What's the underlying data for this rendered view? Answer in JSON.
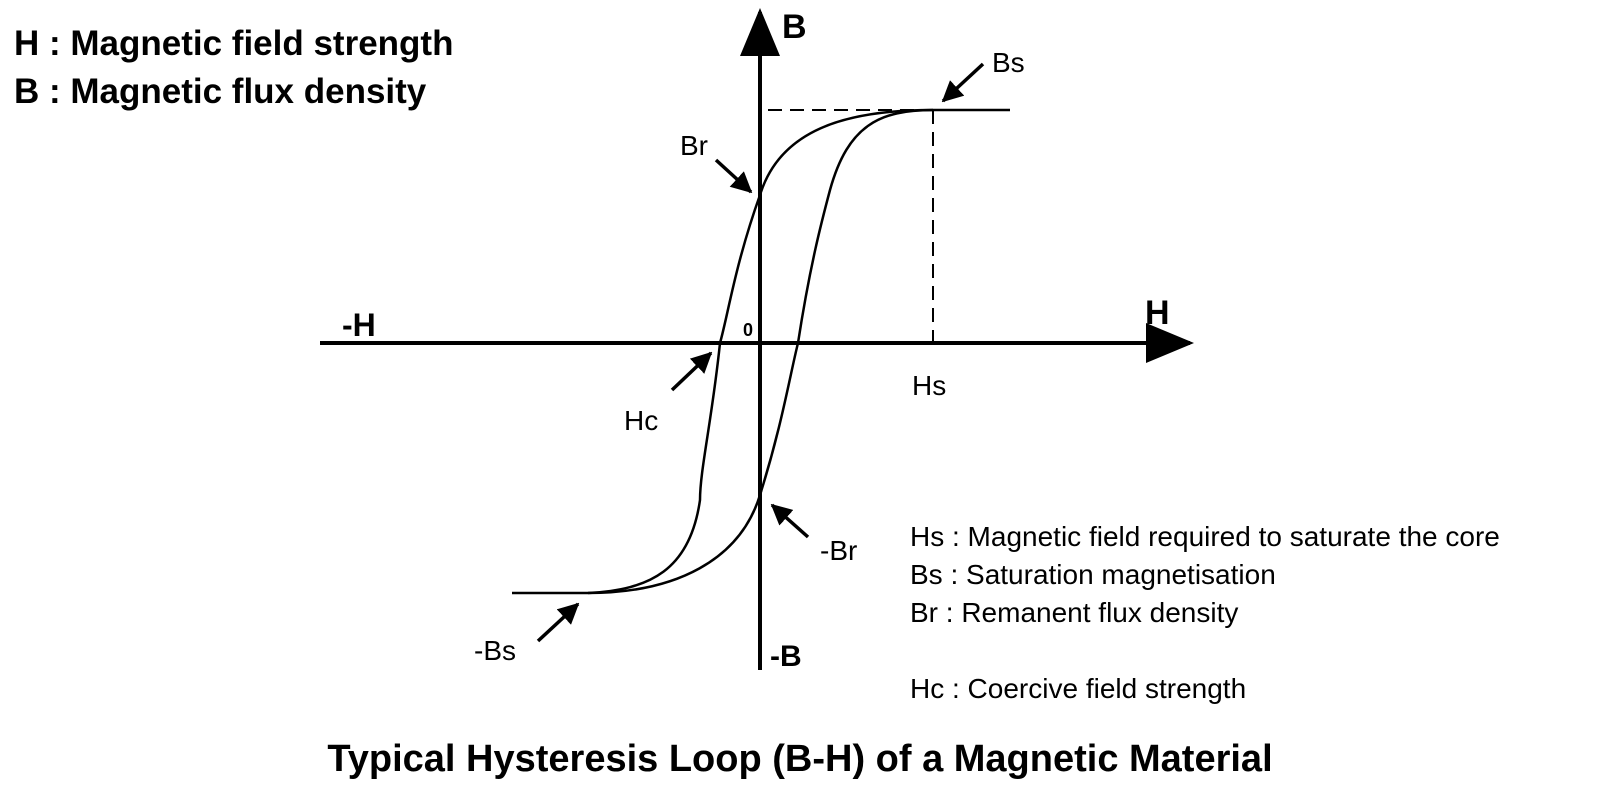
{
  "legend_top": [
    "H : Magnetic field strength",
    "B : Magnetic flux density"
  ],
  "axes": {
    "positive_y": "B",
    "negative_y": "-B",
    "positive_x": "H",
    "negative_x": "-H",
    "origin": "0"
  },
  "labels": {
    "bs": "Bs",
    "neg_bs": "-Bs",
    "br": "Br",
    "neg_br": "-Br",
    "hc": "Hc",
    "hs": "Hs"
  },
  "legend_right": [
    "Hs : Magnetic field required to saturate the core",
    "Bs : Saturation magnetisation",
    "Br : Remanent flux density",
    "Hc : Coercive field strength"
  ],
  "title": "Typical Hysteresis Loop (B-H) of a Magnetic Material",
  "colors": {
    "ink": "#000000",
    "background": "#ffffff"
  }
}
